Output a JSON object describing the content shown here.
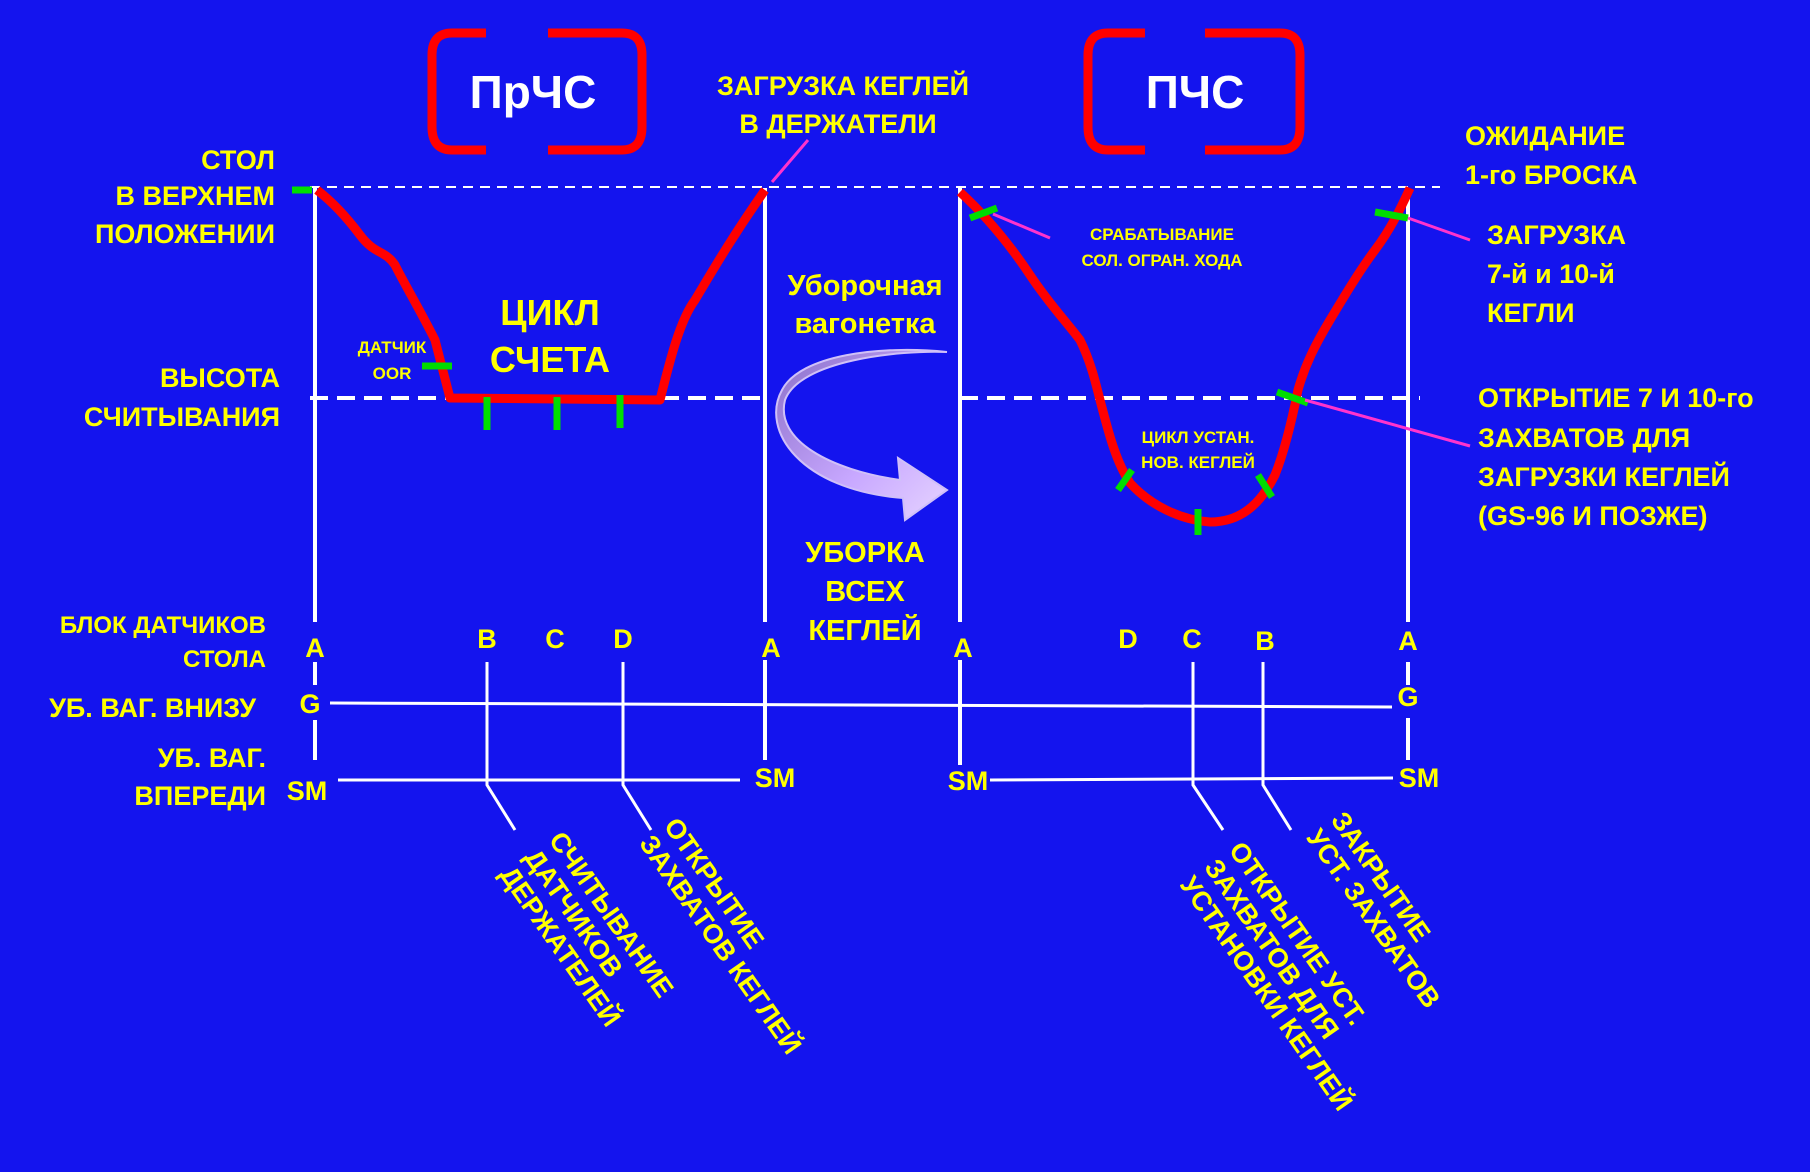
{
  "colors": {
    "background": "#1414ee",
    "curve": "#ff0000",
    "marker": "#00dd00",
    "pointer": "#ff33cc",
    "label_text": "#ffff00",
    "line": "#ffffff"
  },
  "headers": {
    "left_cycle": "ПрЧС",
    "right_cycle": "ПЧС"
  },
  "left_labels": {
    "table_top": [
      "СТОЛ",
      "В ВЕРХНЕМ",
      "ПОЛОЖЕНИИ"
    ],
    "read_height": [
      "ВЫСОТА",
      "СЧИТЫВАНИЯ"
    ],
    "sensor_block": [
      "БЛОК ДАТЧИКОВ",
      "СТОЛА"
    ],
    "cart_down": "УБ. ВАГ. ВНИЗУ",
    "cart_front": [
      "УБ. ВАГ.",
      "ВПЕРЕДИ"
    ]
  },
  "annotations": {
    "load_pins": [
      "ЗАГРУЗКА КЕГЛЕЙ",
      "В ДЕРЖАТЕЛИ"
    ],
    "oor_sensor": [
      "ДАТЧИК",
      "OOR"
    ],
    "count_cycle": [
      "ЦИКЛ",
      "СЧЕТА"
    ],
    "cart_title": [
      "Уборочная",
      "вагонетка"
    ],
    "sweep_all": [
      "УБОРКА",
      "ВСЕХ",
      "КЕГЛЕЙ"
    ],
    "stroke_limit": [
      "СРАБАТЫВАНИЕ",
      "СОЛ. ОГРАН. ХОДА"
    ],
    "set_cycle": [
      "ЦИКЛ УСТАН.",
      "НОВ. КЕГЛЕЙ"
    ],
    "wait_first_ball": [
      "ОЖИДАНИЕ",
      "1-го БРОСКА"
    ],
    "load_7_10": [
      "ЗАГРУЗКА",
      "7-й и 10-й",
      "КЕГЛИ"
    ],
    "open_7_10": [
      "ОТКРЫТИЕ 7 И 10-го",
      "ЗАХВАТОВ ДЛЯ",
      "ЗАГРУЗКИ КЕГЛЕЙ",
      "(GS-96 И ПОЗЖЕ)"
    ]
  },
  "sensor_letters": {
    "left": [
      "A",
      "B",
      "C",
      "D",
      "A"
    ],
    "right": [
      "A",
      "D",
      "C",
      "B",
      "A"
    ],
    "g": "G",
    "sm": "SM"
  },
  "rotated_notes": {
    "read_holder_sensors": [
      "СЧИТЫВАНИЕ",
      "ДАТЧИКОВ",
      "ДЕРЖАТЕЛЕЙ"
    ],
    "open_pin_grippers": [
      "ОТКРЫТИЕ",
      "ЗАХВАТОВ КЕГЛЕЙ"
    ],
    "open_set_grippers": [
      "ОТКРЫТИЕ УСТ.",
      "ЗАХВАТОВ ДЛЯ",
      "УСТАНОВКИ КЕГЛЕЙ"
    ],
    "close_set_grippers": [
      "ЗАКРЫТИЕ",
      "УСТ. ЗАХВАТОВ"
    ]
  }
}
